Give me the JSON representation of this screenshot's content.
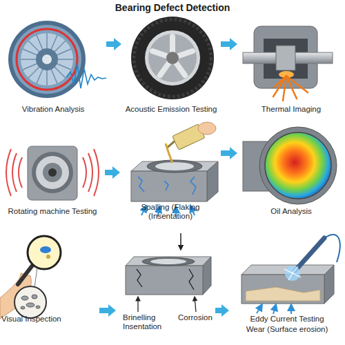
{
  "diagram": {
    "title": "Bearing Defect Detection",
    "nodes": [
      {
        "text": [
          "Vibration Analysis"
        ]
      },
      {
        "text": [
          "Acoustic Emission Testing"
        ]
      },
      {
        "text": [
          "Thermal Imaging"
        ]
      },
      {
        "text": [
          "Rotating machine Testing"
        ]
      },
      {
        "text": [
          "Spalling (Flaking (Insentation)"
        ]
      },
      {
        "text": [
          "Oil Analysis"
        ]
      },
      {
        "text": [
          "Visual Inspection"
        ]
      },
      {
        "text": [
          "Brinelling Insentation",
          "Corrosion"
        ]
      },
      {
        "text": [
          "Eddy Current Testing",
          "Wear (Surface erosion)"
        ]
      }
    ],
    "edges": [
      {
        "from": 0,
        "to": 1,
        "arrow": "to"
      },
      {
        "from": 1,
        "to": 2,
        "arrow": "to"
      },
      {
        "from": 3,
        "to": 4,
        "arrow": "to"
      },
      {
        "from": 4,
        "to": 5,
        "arrow": "to"
      },
      {
        "from": 6,
        "to": 7,
        "arrow": "to"
      },
      {
        "from": 7,
        "to": 8,
        "arrow": "to"
      }
    ]
  }
}
